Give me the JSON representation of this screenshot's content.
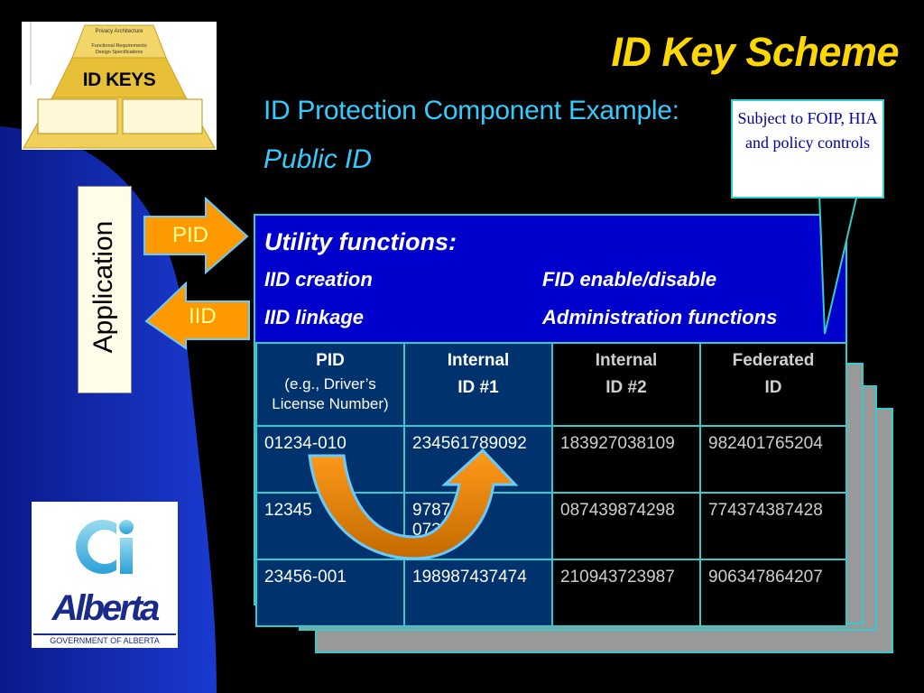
{
  "header": {
    "title": "ID Key Scheme",
    "subtitle": "ID Protection Component Example:",
    "subtitle2": "Public ID"
  },
  "callout": {
    "text": "Subject to FOIP, HIA and policy controls"
  },
  "pyramid": {
    "top_label": "Privacy Architecture",
    "mid_label_1": "Functional Requirements",
    "mid_label_2": "Design Specifications",
    "badge": "ID KEYS"
  },
  "application": {
    "label": "Application",
    "arrow_in": "PID",
    "arrow_out": "IID"
  },
  "utility": {
    "heading": "Utility functions:",
    "items": [
      "IID creation",
      "FID enable/disable",
      "IID linkage",
      "Administration functions"
    ]
  },
  "id_table": {
    "headers": [
      {
        "title": "PID",
        "note": "(e.g., Driver’s License Number)"
      },
      {
        "title": "Internal",
        "title2": "ID #1"
      },
      {
        "title": "Internal",
        "title2": "ID #2"
      },
      {
        "title": "Federated",
        "title2": "ID"
      }
    ],
    "rows": [
      [
        "01234-010",
        "234561789092",
        "183927038109",
        "982401765204"
      ],
      [
        "12345",
        "9787",
        "087439874298",
        "774374387428"
      ],
      [
        "23456-001",
        "198987437474",
        "210943723987",
        "906347864207"
      ]
    ],
    "row2_col2_suffix": "0734"
  },
  "logo": {
    "name": "Alberta",
    "tagline": "GOVERNMENT OF ALBERTA"
  },
  "colors": {
    "title": "#ffd700",
    "subtitle": "#33ccff",
    "panel": "#0000cc",
    "border": "#33cccc",
    "arrow": "#ff9900"
  }
}
